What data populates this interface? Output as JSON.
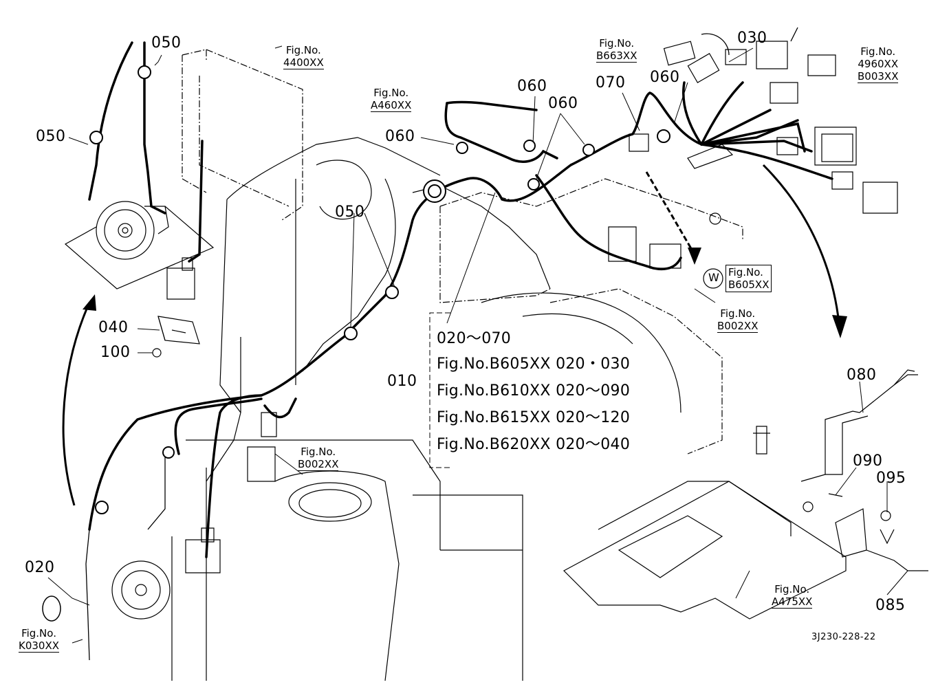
{
  "parts": {
    "p050_top": "050",
    "p050_left": "050",
    "p050_mid": "050",
    "p060_a": "060",
    "p060_b": "060",
    "p060_c": "060",
    "p060_d": "060",
    "p070": "070",
    "p030": "030",
    "p040": "040",
    "p100": "100",
    "p010": "010",
    "p020": "020",
    "p080": "080",
    "p090": "090",
    "p095": "095",
    "p085": "085"
  },
  "figs": {
    "f4400": "Fig.No.\n4400XX",
    "fA460": "Fig.No.\nA460XX",
    "fB663": "Fig.No.\nB663XX",
    "f4960": "Fig.No.\n4960XX\nB003XX",
    "fB605": "Fig.No.\nB605XX",
    "fB002_right": "Fig.No.\nB002XX",
    "fB002_mid": "Fig.No.\nB002XX",
    "fA475": "Fig.No.\nA475XX",
    "fK030": "Fig.No.\nK030XX"
  },
  "callout_W": "W",
  "notes": {
    "range": "020～070",
    "b605": "Fig.No.B605XX  020・030",
    "b610": "Fig.No.B610XX  020～090",
    "b615": "Fig.No.B615XX  020～120",
    "b620": "Fig.No.B620XX  020～040"
  },
  "drawing_code": "3J230-228-22"
}
